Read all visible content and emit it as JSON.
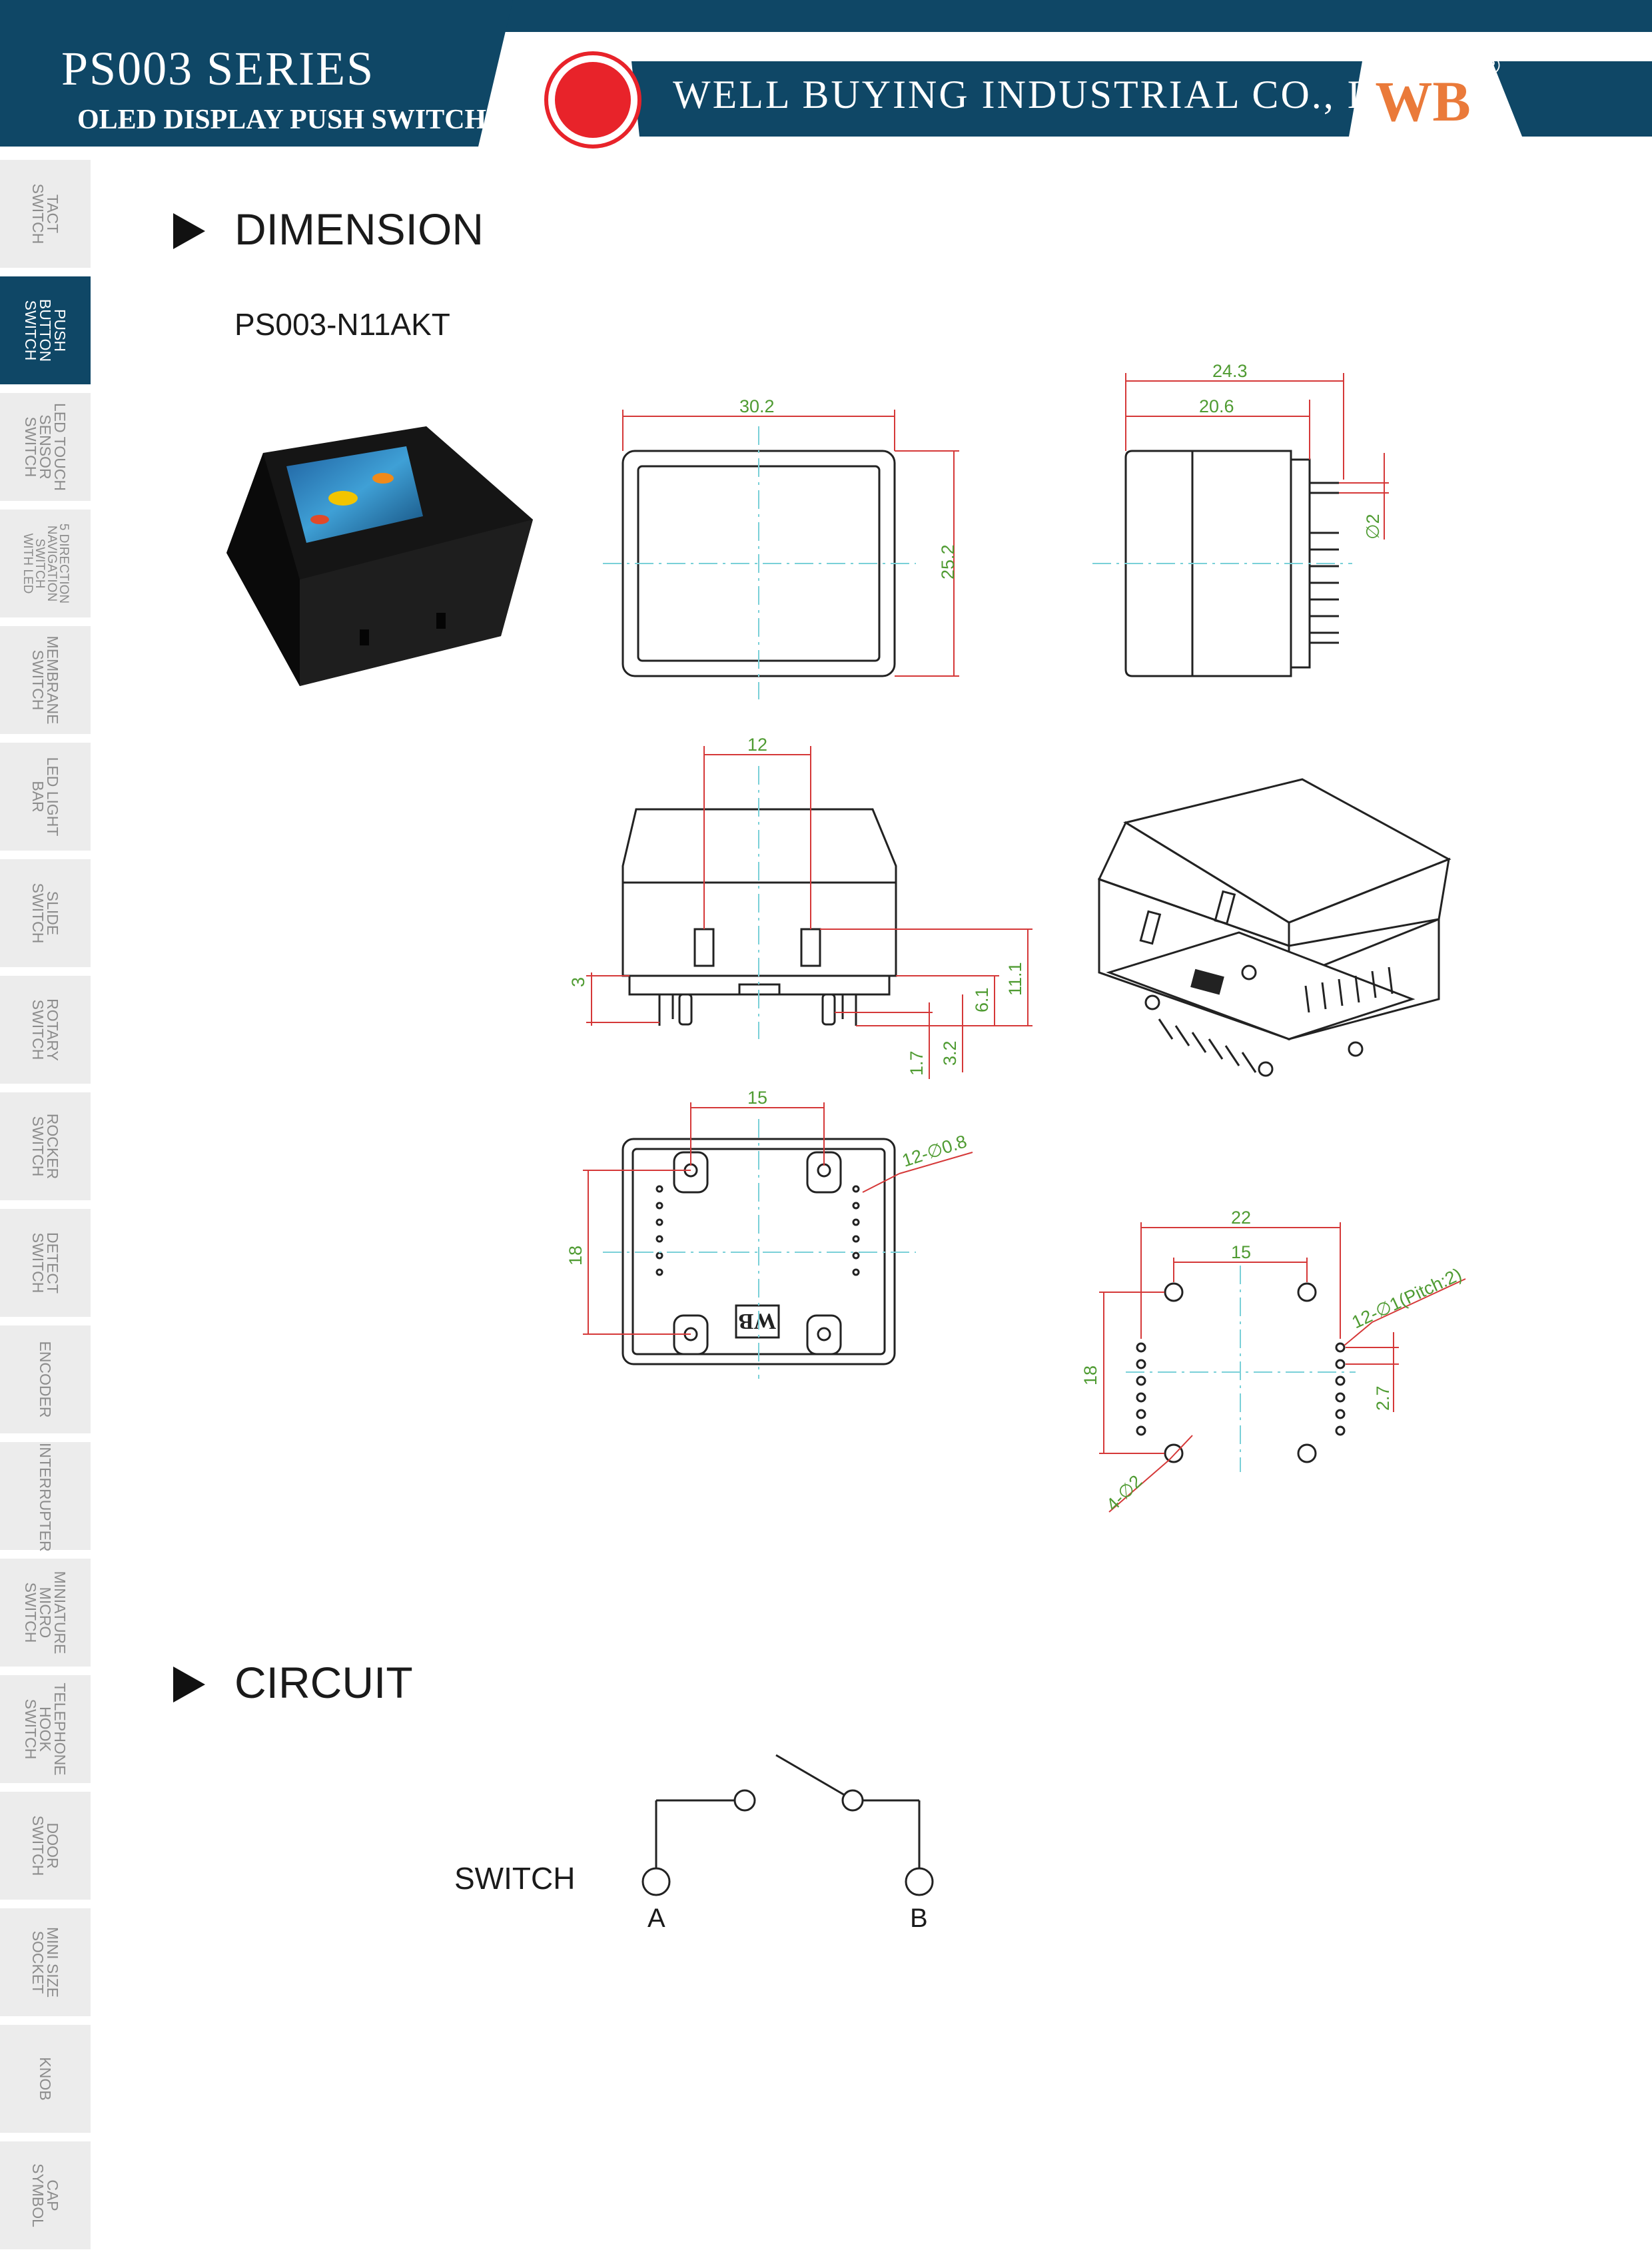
{
  "header": {
    "series_title": "PS003 SERIES",
    "series_subtitle": "OLED DISPLAY PUSH SWITCH",
    "company": "WELL BUYING INDUSTRIAL CO., LTD",
    "logo_text": "WB",
    "registered_mark": "®",
    "logo_icon": "red-circle-icon",
    "colors": {
      "primary": "#0f4766",
      "logo_red": "#e8232a",
      "logo_orange": "#ea7a3a"
    }
  },
  "sidebar": {
    "active_index": 1,
    "items": [
      {
        "label": "TACT\nSWITCH"
      },
      {
        "label": "PUSH\nBUTTON\nSWITCH"
      },
      {
        "label": "LED TOUCH\nSENSOR\nSWITCH"
      },
      {
        "label": "5 DIRECTION\nNAVIGATION\nSWITCH\nWITH LED"
      },
      {
        "label": "MEMBRANE\nSWITCH"
      },
      {
        "label": "LED LIGHT\nBAR"
      },
      {
        "label": "SLIDE\nSWITCH"
      },
      {
        "label": "ROTARY\nSWITCH"
      },
      {
        "label": "ROCKER\nSWITCH"
      },
      {
        "label": "DETECT\nSWITCH"
      },
      {
        "label": "ENCODER"
      },
      {
        "label": "INTERRUPTER"
      },
      {
        "label": "MINIATURE\nMICRO\nSWITCH"
      },
      {
        "label": "TELEPHONE\nHOOK\nSWITCH"
      },
      {
        "label": "DOOR\nSWITCH"
      },
      {
        "label": "MINI SIZE\nSOCKET"
      },
      {
        "label": "KNOB"
      },
      {
        "label": "CAP\nSYMBOL"
      }
    ]
  },
  "dimension": {
    "heading": "DIMENSION",
    "model": "PS003-N11AKT",
    "dims": {
      "width": "30.2",
      "height": "25.2",
      "side_total": "24.3",
      "side_body": "20.6",
      "side_pin": "∅2",
      "front_spacing": "12",
      "front_3": "3",
      "front_6_1": "6.1",
      "front_11_1": "11.1",
      "front_1_7": "1.7",
      "front_3_2": "3.2",
      "bottom_15": "15",
      "bottom_18": "18",
      "bottom_holes": "12-∅0.8",
      "pcb_22": "22",
      "pcb_15": "15",
      "pcb_18": "18",
      "pcb_2_7": "2.7",
      "pcb_holes": "12-∅1(Pitch:2)",
      "pcb_mount": "4-∅2"
    },
    "bottom_logo": "WB"
  },
  "circuit": {
    "heading": "CIRCUIT",
    "label": "SWITCH",
    "terminal_a": "A",
    "terminal_b": "B"
  }
}
